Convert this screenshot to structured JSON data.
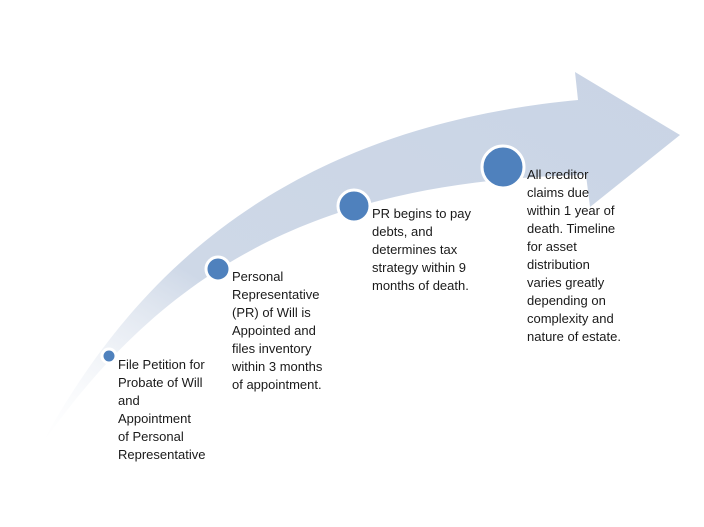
{
  "diagram": {
    "accent_color": "#4f81bd",
    "arrow_color": "#ced8e7",
    "steps": [
      {
        "text": "File Petition for\nProbate of Will\nand\nAppointment\nof Personal\nRepresentative"
      },
      {
        "text": "Personal\nRepresentative\n(PR) of Will is\nAppointed and\nfiles inventory\nwithin 3 months\nof appointment."
      },
      {
        "text": "PR begins to pay\ndebts, and\ndetermines tax\nstrategy within 9\nmonths of death."
      },
      {
        "text": "All creditor\nclaims due\nwithin 1 year of\ndeath. Timeline\nfor asset\ndistribution\nvaries greatly\ndepending on\ncomplexity and\nnature of estate."
      }
    ]
  }
}
